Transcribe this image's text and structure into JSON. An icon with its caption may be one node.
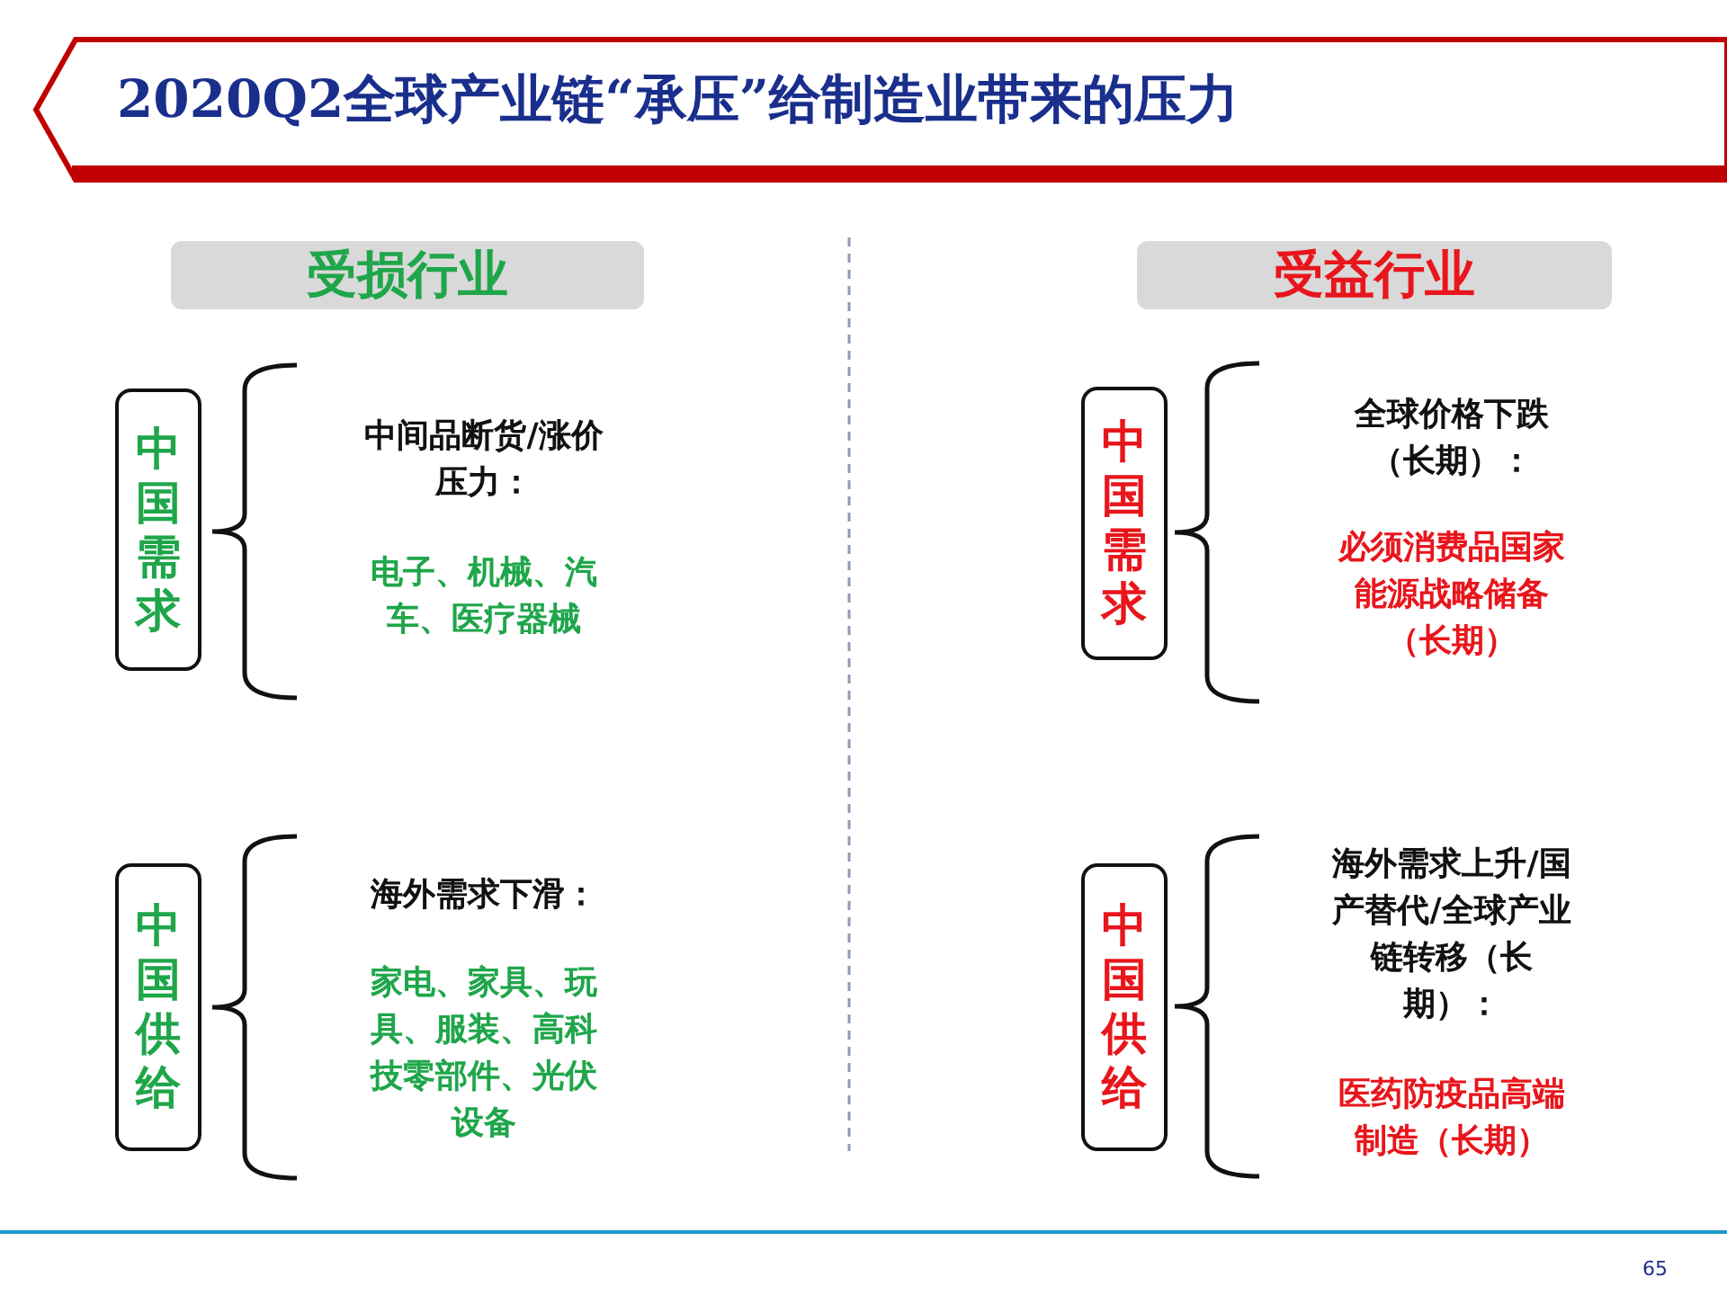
{
  "diagram": {
    "title": "2020Q2全球产业链“承压”给制造业带来的压力",
    "nodes": [
      {
        "text": [
          "受损行业"
        ]
      },
      {
        "text": [
          "受益行业"
        ]
      },
      {
        "text": [
          "中国需求"
        ],
        "beside": [
          "中间品断货/涨价压力：",
          "电子、机械、汽车、医疗器械"
        ]
      },
      {
        "text": [
          "中国供给"
        ],
        "beside": [
          "海外需求下滑：",
          "家电、家具、玩具、服装、高科技零部件、光伏设备"
        ]
      },
      {
        "text": [
          "中国需求"
        ],
        "beside": [
          "全球价格下跌（长期）：",
          "必须消费品国家能源战略储备（长期）"
        ]
      },
      {
        "text": [
          "中国供给"
        ],
        "beside": [
          "海外需求上升/国产替代/全球产业链转移（长期）：",
          "医药防疫品高端制造（长期）"
        ]
      }
    ],
    "labels": [
      "65"
    ]
  }
}
